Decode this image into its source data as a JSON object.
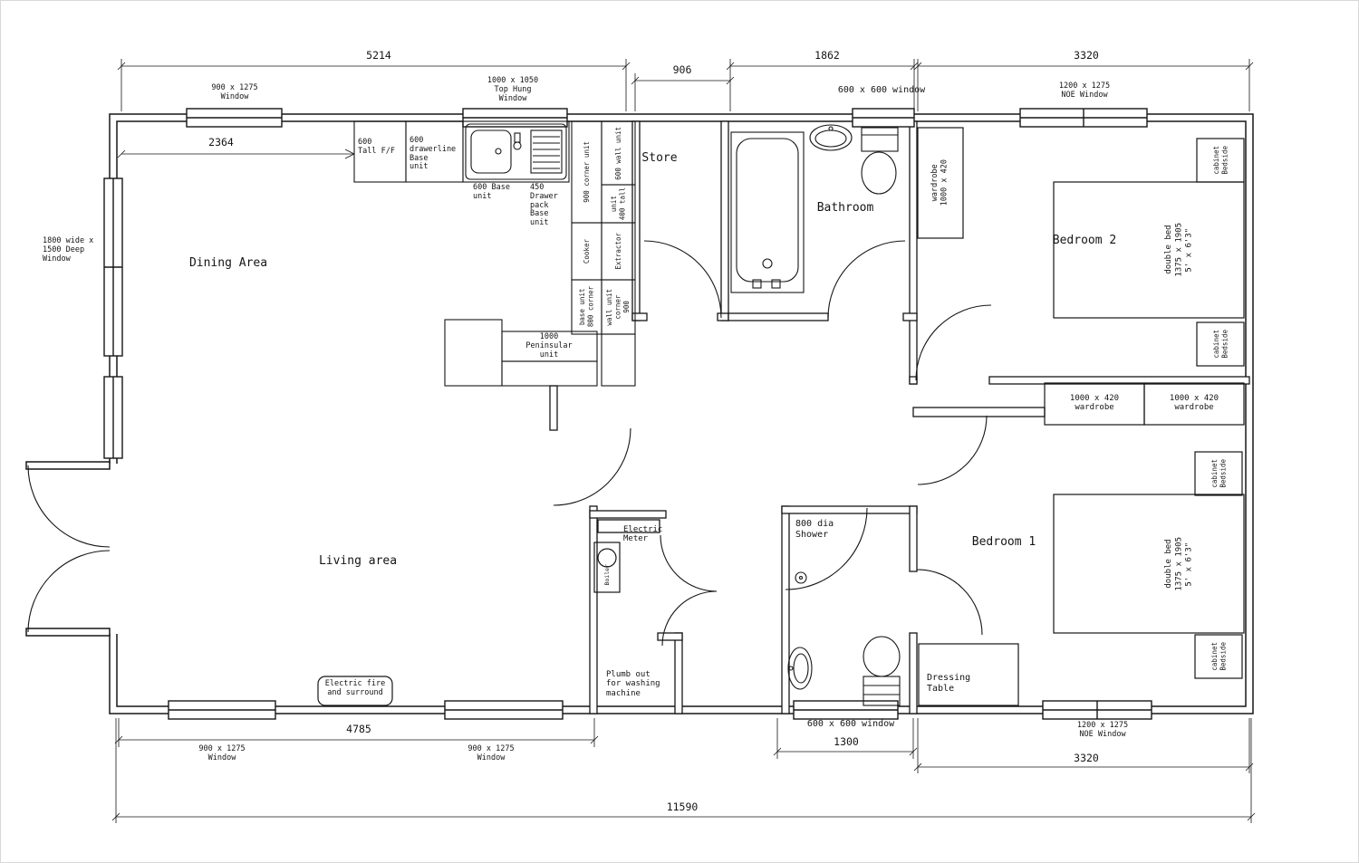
{
  "plan": {
    "rooms": {
      "dining": "Dining Area",
      "living": "Living area",
      "store": "Store",
      "bathroom": "Bathroom",
      "bedroom2": "Bedroom 2",
      "bedroom1": "Bedroom 1"
    },
    "dims": {
      "d5214": "5214",
      "d906": "906",
      "d1862": "1862",
      "d3320_top": "3320",
      "d2364": "2364",
      "d4785": "4785",
      "d1300": "1300",
      "d3320_bottom": "3320",
      "d11590": "11590"
    },
    "windows": {
      "w900": "900 x 1275\nWindow",
      "top_hung": "1000 x 1050\nTop Hung\nWindow",
      "w600": "600 x 600 window",
      "noe": "1200 x 1275\nNOE Window",
      "left_big": "1800 wide x\n1500 Deep\nWindow"
    },
    "kitchen": {
      "tall_ff": "600\nTall F/F",
      "drawerline": "600\ndrawerline\nBase\nunit",
      "base_600": "600 Base\nunit",
      "drawer_pack_450": "450\nDrawer\npack\nBase\nunit",
      "corner_900": "900 corner unit",
      "wall_600": "600 wall unit",
      "tall_400": "400 tall\nunit",
      "cooker": "Cooker",
      "extractor": "Extractor",
      "corner_base_800": "800 corner\nbase unit",
      "corner_wall_900": "900\ncorner\nwall unit",
      "peninsular_1000": "1000\nPeninsular\nunit"
    },
    "fixtures": {
      "shower_800": "800 dia\nShower",
      "electric_meter": "Electric\nMeter",
      "boiler": "Boiler",
      "plumb_out": "Plumb out\nfor washing\nmachine",
      "electric_fire": "Electric fire\nand surround"
    },
    "furniture": {
      "wardrobe_1000": "1000 x 420\nwardrobe",
      "bedside_cabinet": "Bedside\ncabinet",
      "bed_spec": "5' x 6'3\"\n1375 x 1905\ndouble bed",
      "dressing_table": "Dressing\nTable"
    }
  }
}
